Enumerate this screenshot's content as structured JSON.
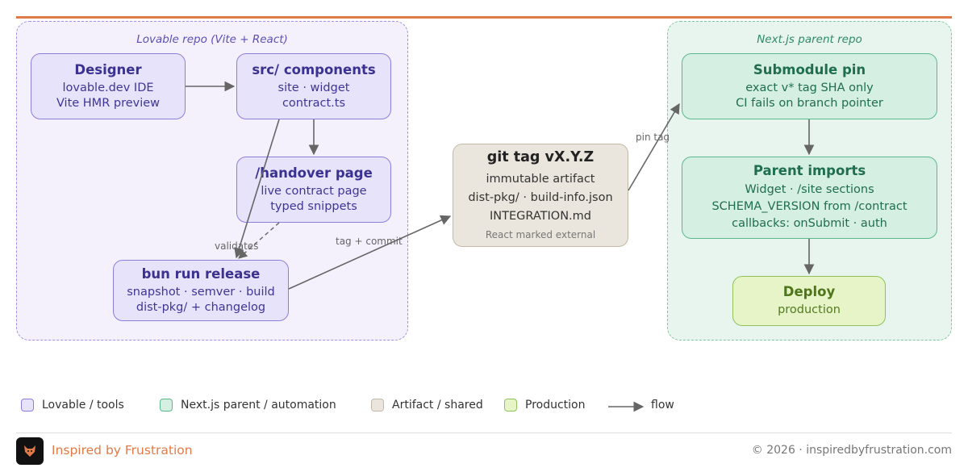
{
  "groups": {
    "lovable": {
      "title": "Lovable repo (Vite + React)"
    },
    "next": {
      "title": "Next.js parent repo"
    }
  },
  "nodes": {
    "designer": {
      "title": "Designer",
      "lines": [
        "lovable.dev IDE",
        "Vite HMR preview"
      ]
    },
    "components": {
      "title": "src/ components",
      "lines": [
        "site · widget",
        "contract.ts"
      ]
    },
    "handover": {
      "title": "/handover page",
      "lines": [
        "live contract page",
        "typed snippets"
      ]
    },
    "release": {
      "title": "bun run release",
      "lines": [
        "snapshot · semver · build",
        "dist-pkg/ + changelog"
      ]
    },
    "tag": {
      "title": "git tag vX.Y.Z",
      "lines": [
        "immutable artifact",
        "dist-pkg/ · build-info.json",
        "INTEGRATION.md"
      ],
      "note": "React marked external"
    },
    "pin": {
      "title": "Submodule pin",
      "lines": [
        "exact v* tag SHA only",
        "CI fails on branch pointer"
      ]
    },
    "imports": {
      "title": "Parent imports",
      "lines": [
        "Widget · /site sections",
        "SCHEMA_VERSION from /contract",
        "callbacks: onSubmit · auth"
      ]
    },
    "deploy": {
      "title": "Deploy",
      "lines": [
        "production"
      ]
    }
  },
  "edge_labels": {
    "validates": "validates",
    "tag_commit": "tag + commit",
    "pin_tag": "pin tag"
  },
  "legend": {
    "lovable": "Lovable / tools",
    "next": "Next.js parent / automation",
    "artifact": "Artifact / shared",
    "production": "Production",
    "flow": "flow"
  },
  "footer": {
    "brand": "Inspired by Frustration",
    "copyright": "© 2026 · inspiredbyfrustration.com"
  },
  "colors": {
    "accent": "#e07b47",
    "lovable_fill": "#e7e3fb",
    "lovable_border": "#8b7fdd",
    "next_fill": "#d5efe2",
    "next_border": "#5cb98e",
    "artifact_fill": "#ebe6dd",
    "production_fill": "#e6f4c8",
    "edge": "#666666"
  }
}
